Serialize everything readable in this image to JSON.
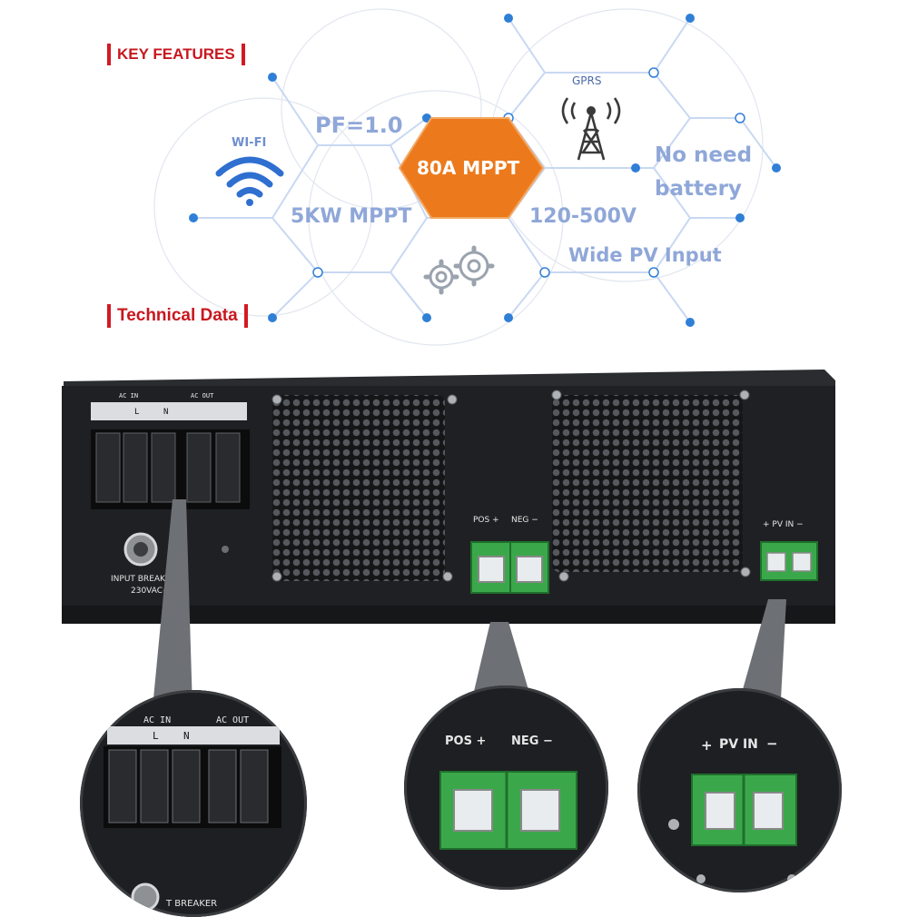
{
  "sections": {
    "key_features": "KEY FEATURES",
    "technical_data": "Technical Data"
  },
  "features": {
    "wifi": "WI-FI",
    "pf": "PF=1.0",
    "mppt_current": "80A MPPT",
    "gprs": "GPRS",
    "no_battery_line1": "No need",
    "no_battery_line2": "battery",
    "power": "5KW MPPT",
    "voltage": "120-500V",
    "wide_pv": "Wide PV Input"
  },
  "device": {
    "ac_in": "AC IN",
    "ac_out": "AC OUT",
    "l": "L",
    "n": "N",
    "input_breaker": "INPUT BREAKER",
    "voltage_rating": "230VAC~",
    "pos": "POS +",
    "neg": "NEG −",
    "pv_in": "+ PV IN −"
  },
  "zooms": {
    "ac_in": "AC IN",
    "ac_out": "AC OUT",
    "l": "L",
    "n": "N",
    "breaker": "T BREAKER",
    "pos": "POS +",
    "neg": "NEG −",
    "pv_plus": "+",
    "pv_in": "PV IN",
    "pv_minus": "−"
  },
  "colors": {
    "accent_red": "#c8171e",
    "hex_line": "#c9d8f2",
    "node": "#2f7fd6",
    "feature_text": "#8fa7d8",
    "highlight_orange": "#ec7a1c",
    "terminal_green": "#3aa84a",
    "chassis": "#1d1e21"
  },
  "icons": [
    "wifi-icon",
    "gprs-tower-icon",
    "gears-icon",
    "ground-icon",
    "screw-icon",
    "fan-grille-icon"
  ]
}
